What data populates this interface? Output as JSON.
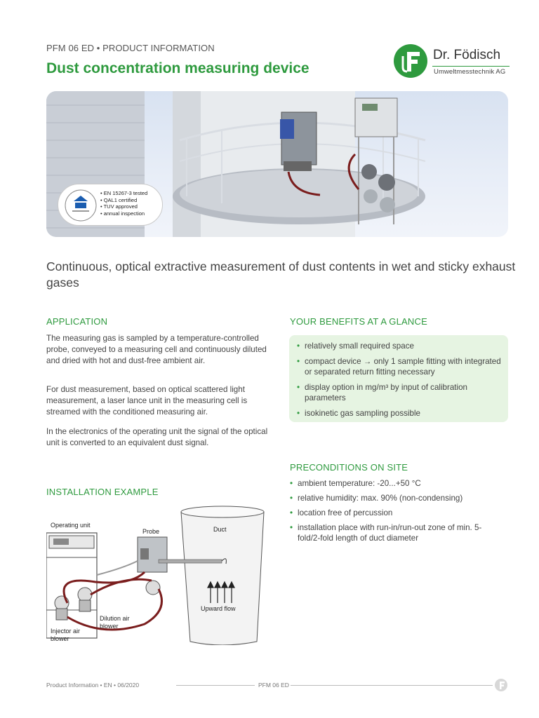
{
  "header": {
    "line": "PFM 06 ED  •  PRODUCT INFORMATION",
    "title": "Dust concentration measuring device"
  },
  "logo": {
    "name": "Dr. Födisch",
    "sub": "Umweltmesstechnik AG"
  },
  "certificate": {
    "items": [
      "EN 15267-3 tested",
      "QAL1 certified",
      "TUV approved",
      "annual inspection"
    ]
  },
  "subtitle": "Continuous, optical extractive measurement of dust contents in wet and sticky exhaust gases",
  "application": {
    "heading": "APPLICATION",
    "paragraphs": [
      "The measuring gas is sampled by a temperature-controlled probe, conveyed to a measuring cell and continuously diluted and dried with hot and dust-free ambient air.",
      "For dust measurement, based on optical scattered light measurement, a laser lance unit in the measuring cell is streamed with the conditioned measuring air.",
      "In the electronics of the operating unit the signal of the optical unit is converted to an equivalent dust signal."
    ]
  },
  "benefits": {
    "heading": "YOUR BENEFITS AT A GLANCE",
    "items": [
      "relatively small required space",
      "compact device → only 1 sample fitting with integrated or separated return fitting necessary",
      "display option in mg/m³ by input of calibration parameters",
      "isokinetic gas sampling possible"
    ]
  },
  "preconditions": {
    "heading": "PRECONDITIONS ON SITE",
    "items": [
      "ambient temperature: -20...+50 °C",
      "relative humidity: max. 90% (non-condensing)",
      "location free of percussion",
      "installation place with run-in/run-out zone of min. 5-fold/2-fold length of duct diameter"
    ]
  },
  "installation": {
    "heading": "INSTALLATION EXAMPLE",
    "labels": {
      "operating_unit": "Operating unit",
      "probe": "Probe",
      "duct": "Duct",
      "upward_flow": "Upward flow",
      "dilution": "Dilution air blower",
      "injector": "Injector air blower"
    }
  },
  "footer": {
    "left": "Product Information  •  EN  •  06/2020",
    "right": "PFM 06 ED"
  },
  "colors": {
    "brand_green": "#2e9a3e",
    "box_green": "#e6f4e2"
  }
}
